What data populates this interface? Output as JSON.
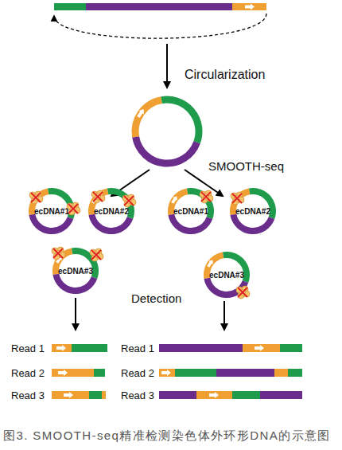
{
  "diagram": {
    "caption": "图3. SMOOTH-seq精准检测染色体外环形DNA的示意图",
    "nodes": [
      {
        "text": [
          "ecDNA#1"
        ]
      },
      {
        "text": [
          "ecDNA#2"
        ]
      },
      {
        "text": [
          "ecDNA#1"
        ]
      },
      {
        "text": [
          "ecDNA#2"
        ]
      },
      {
        "text": [
          "ecDNA#3"
        ]
      },
      {
        "text": [
          "ecDNA#3"
        ]
      }
    ],
    "labels": [
      "Circularization",
      "SMOOTH-seq",
      "Detection",
      "Read 1",
      "Read 1",
      "Read 2",
      "Read 2",
      "Read 3",
      "Read 3"
    ]
  }
}
